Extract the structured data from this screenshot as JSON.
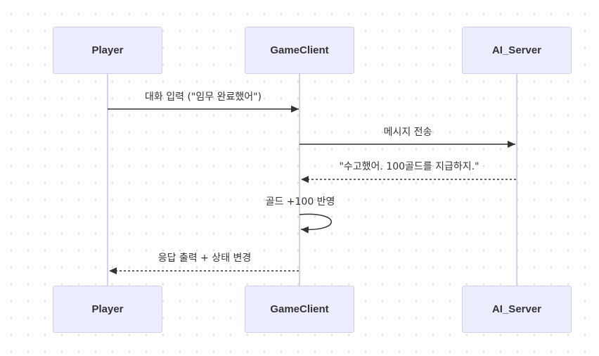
{
  "participants": {
    "player": "Player",
    "gameclient": "GameClient",
    "ai_server": "AI_Server"
  },
  "messages": [
    {
      "from": "Player",
      "to": "GameClient",
      "label": "대화 입력 (\"임무 완료했어\")",
      "style": "solid"
    },
    {
      "from": "GameClient",
      "to": "AI_Server",
      "label": "메시지 전송",
      "style": "solid"
    },
    {
      "from": "AI_Server",
      "to": "GameClient",
      "label": "\"수고했어. 100골드를 지급하지.\"",
      "style": "dashed"
    },
    {
      "from": "GameClient",
      "to": "GameClient",
      "label": "골드 +100 반영",
      "style": "solid"
    },
    {
      "from": "GameClient",
      "to": "Player",
      "label": "응답 출력 + 상태 변경",
      "style": "dashed"
    }
  ],
  "colors": {
    "participant_fill": "#ececff",
    "participant_border": "#cfcfeb",
    "lifeline": "#d2d0f0",
    "arrow": "#333333"
  }
}
